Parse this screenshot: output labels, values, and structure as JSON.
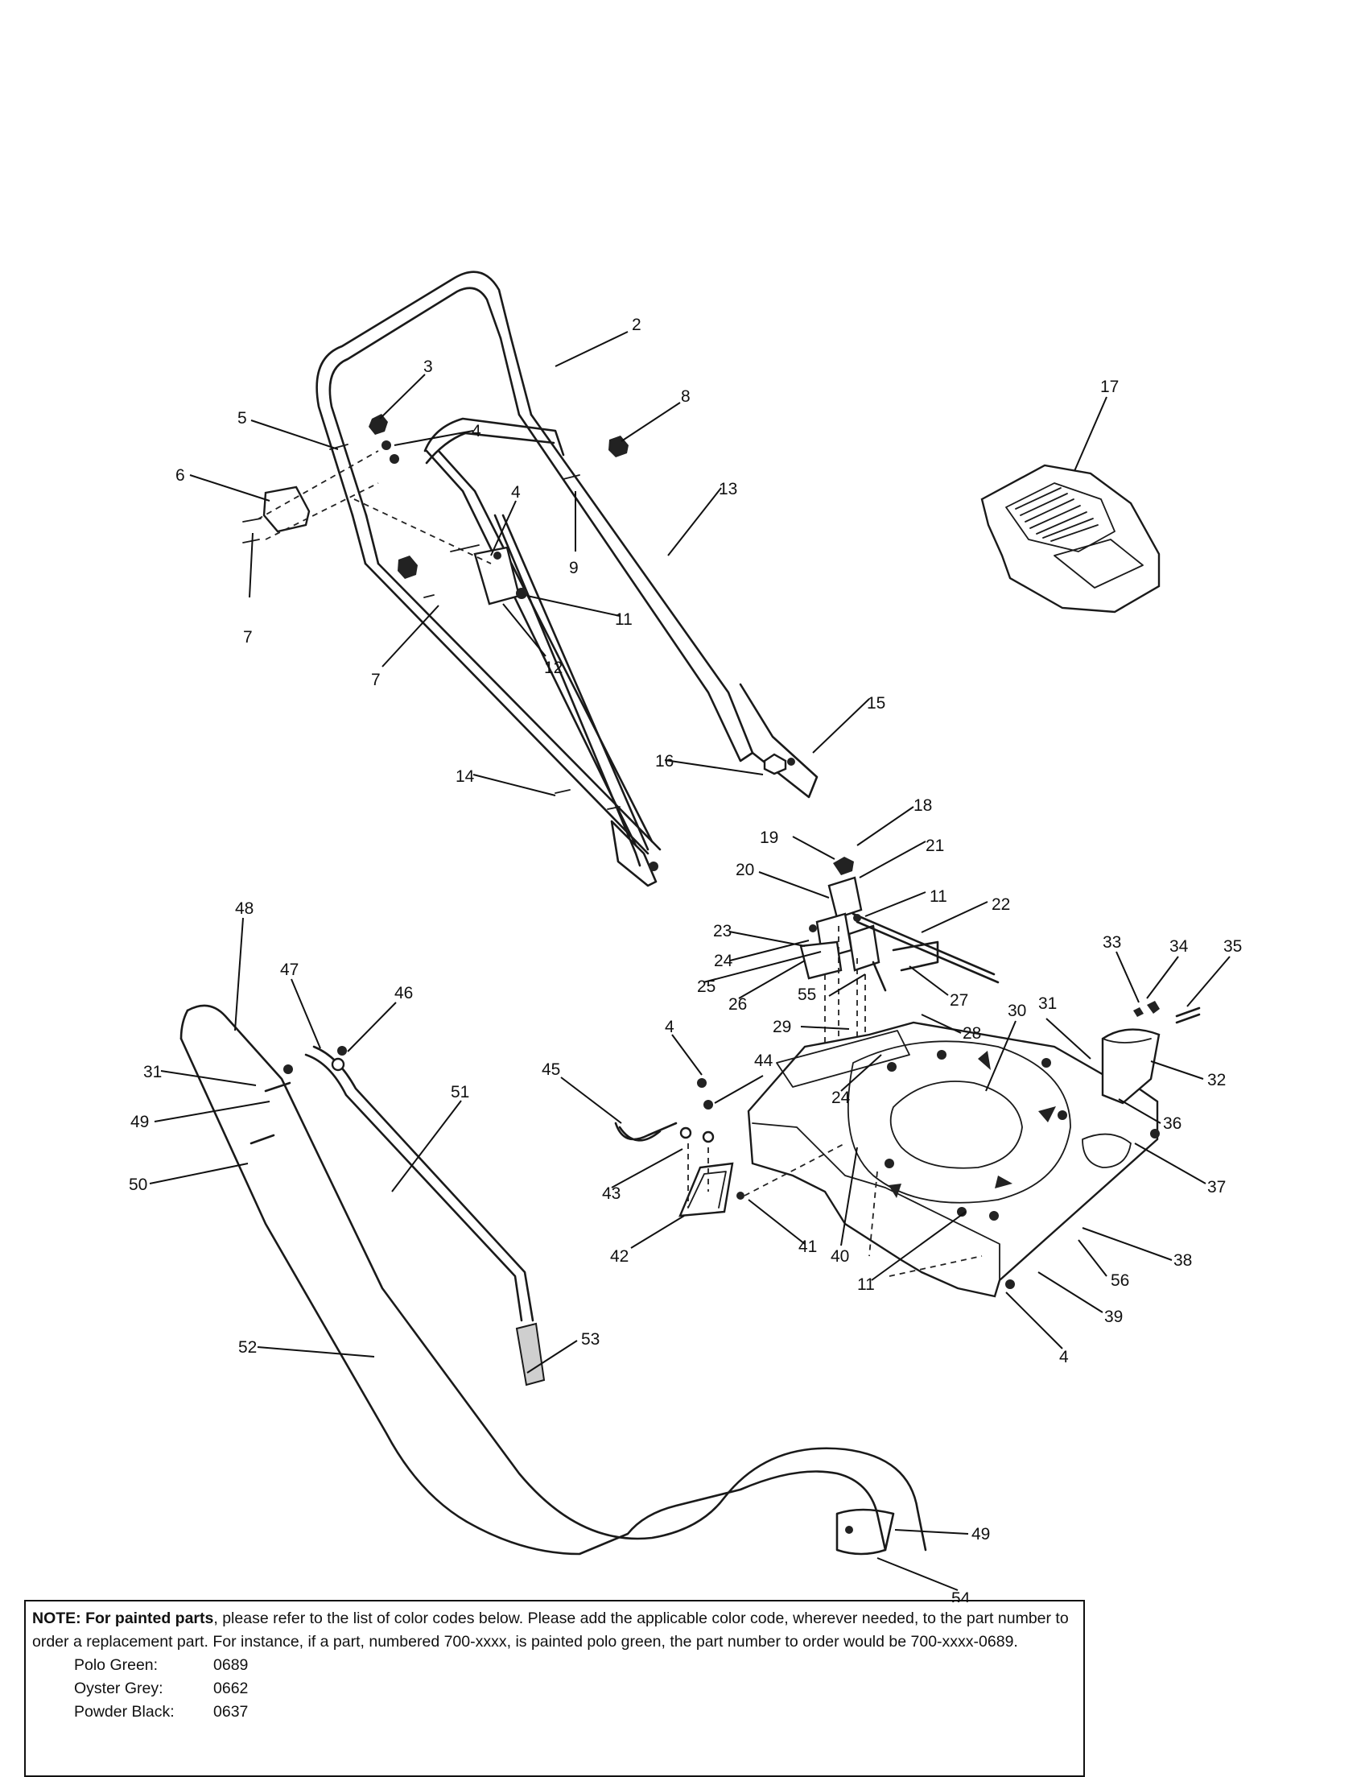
{
  "callouts": [
    {
      "label": "2"
    },
    {
      "label": "3"
    },
    {
      "label": "4"
    },
    {
      "label": "5"
    },
    {
      "label": "6"
    },
    {
      "label": "7"
    },
    {
      "label": "8"
    },
    {
      "label": "4"
    },
    {
      "label": "13"
    },
    {
      "label": "9"
    },
    {
      "label": "11"
    },
    {
      "label": "12"
    },
    {
      "label": "7"
    },
    {
      "label": "17"
    },
    {
      "label": "15"
    },
    {
      "label": "16"
    },
    {
      "label": "14"
    },
    {
      "label": "18"
    },
    {
      "label": "19"
    },
    {
      "label": "21"
    },
    {
      "label": "20"
    },
    {
      "label": "11"
    },
    {
      "label": "22"
    },
    {
      "label": "23"
    },
    {
      "label": "24"
    },
    {
      "label": "25"
    },
    {
      "label": "26"
    },
    {
      "label": "55"
    },
    {
      "label": "27"
    },
    {
      "label": "29"
    },
    {
      "label": "28"
    },
    {
      "label": "30"
    },
    {
      "label": "31"
    },
    {
      "label": "33"
    },
    {
      "label": "34"
    },
    {
      "label": "35"
    },
    {
      "label": "32"
    },
    {
      "label": "24"
    },
    {
      "label": "36"
    },
    {
      "label": "37"
    },
    {
      "label": "4"
    },
    {
      "label": "44"
    },
    {
      "label": "45"
    },
    {
      "label": "43"
    },
    {
      "label": "42"
    },
    {
      "label": "41"
    },
    {
      "label": "40"
    },
    {
      "label": "11"
    },
    {
      "label": "38"
    },
    {
      "label": "56"
    },
    {
      "label": "39"
    },
    {
      "label": "4"
    },
    {
      "label": "48"
    },
    {
      "label": "47"
    },
    {
      "label": "46"
    },
    {
      "label": "31"
    },
    {
      "label": "49"
    },
    {
      "label": "50"
    },
    {
      "label": "51"
    },
    {
      "label": "52"
    },
    {
      "label": "53"
    },
    {
      "label": "49"
    },
    {
      "label": "54"
    }
  ],
  "note": {
    "prefix": "NOTE:",
    "bold_phrase": "For painted parts",
    "text": ", please refer to the list of color codes below. Please add the applicable color code, wherever needed, to the part number to order a replacement part. For instance, if a part, numbered 700-xxxx, is painted polo green, the part number to order would be 700-xxxx-0689.",
    "colors": [
      {
        "name": "Polo Green:",
        "code": "0689"
      },
      {
        "name": "Oyster Grey:",
        "code": "0662"
      },
      {
        "name": "Powder Black:",
        "code": "0637"
      }
    ]
  }
}
